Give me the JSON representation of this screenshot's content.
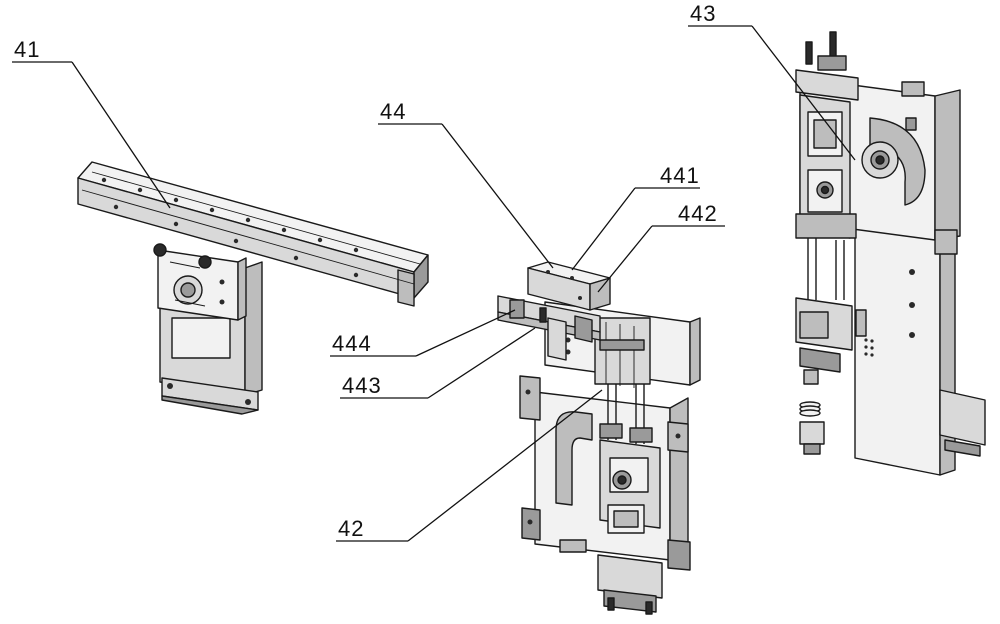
{
  "labels": {
    "l41": "41",
    "l42": "42",
    "l43": "43",
    "l44": "44",
    "l441": "441",
    "l442": "442",
    "l443": "443",
    "l444": "444"
  },
  "colors": {
    "line": "#111111",
    "background": "#ffffff"
  }
}
